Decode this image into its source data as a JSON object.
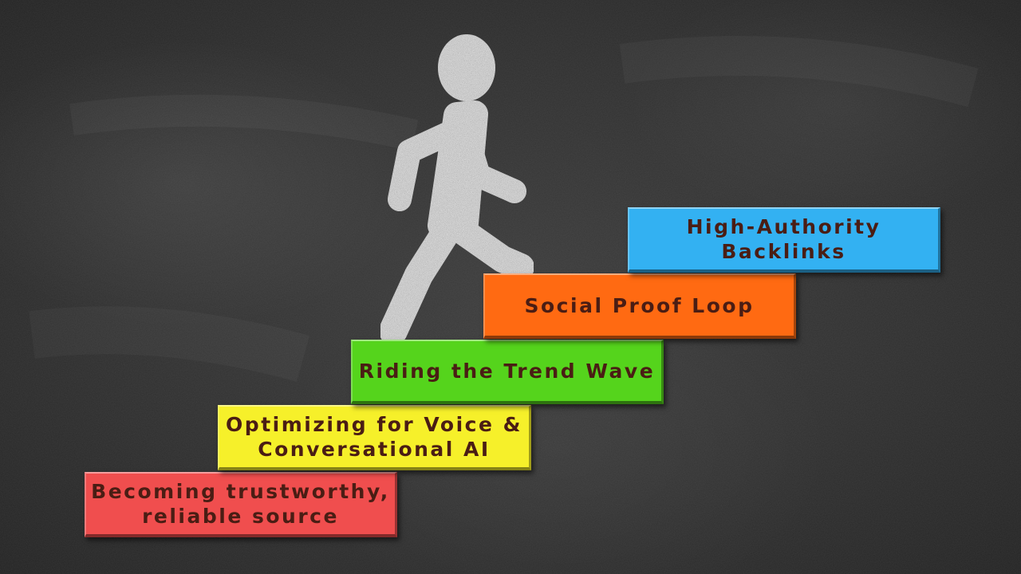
{
  "figure": {
    "icon": "walking-person-icon"
  },
  "steps": [
    {
      "label": "Becoming trustworthy, reliable source",
      "color": "#f04e4e"
    },
    {
      "label": "Optimizing for Voice & Conversational AI",
      "color": "#f6f02a"
    },
    {
      "label": "Riding the Trend Wave",
      "color": "#55d41c"
    },
    {
      "label": "Social Proof Loop",
      "color": "#ff6a12"
    },
    {
      "label": "High-Authority Backlinks",
      "color": "#33b1f2"
    }
  ]
}
